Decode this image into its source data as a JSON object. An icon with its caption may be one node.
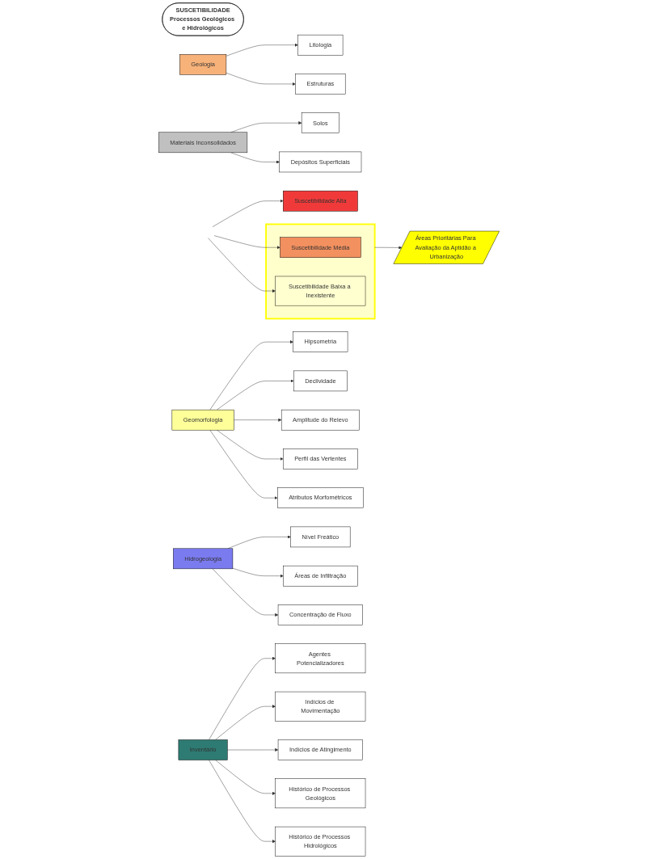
{
  "diagram": {
    "nodes": [
      {
        "text": [
          "SUSCETIBILIDADE",
          "Processos Geológicos e Hidrológicos"
        ]
      },
      {
        "text": [
          "Geologia"
        ]
      },
      {
        "text": [
          "Litologia"
        ]
      },
      {
        "text": [
          "Estruturas"
        ]
      },
      {
        "text": [
          "Materiais Inconsolidados"
        ]
      },
      {
        "text": [
          "Solos"
        ]
      },
      {
        "text": [
          "Depósitos Superficiais"
        ]
      },
      {
        "text": [
          "Geomorfologia"
        ]
      },
      {
        "text": [
          "Hipsometria"
        ]
      },
      {
        "text": [
          "Declividade"
        ]
      },
      {
        "text": [
          "Amplitude do Relevo"
        ]
      },
      {
        "text": [
          "Perfil das Vertentes"
        ]
      },
      {
        "text": [
          "Atributos Morfométricos"
        ]
      },
      {
        "text": [
          "Hidrogeologia"
        ]
      },
      {
        "text": [
          "Nível Freático"
        ]
      },
      {
        "text": [
          "Áreas de Infiltração"
        ]
      },
      {
        "text": [
          "Concentração de Fluxo"
        ]
      },
      {
        "text": [
          "Inventário"
        ]
      },
      {
        "text": [
          "Agentes Potencializadores"
        ]
      },
      {
        "text": [
          "Indícios de Movimentação"
        ]
      },
      {
        "text": [
          "Indícios de Atingimento"
        ]
      },
      {
        "text": [
          "Histórico de Processos Geológicos"
        ]
      },
      {
        "text": [
          "Histórico de Processos Hidrológicos"
        ]
      },
      {
        "text": [
          "Suscetibilidade Alta"
        ]
      },
      {
        "text": [],
        "shape": "box"
      },
      {
        "text": [
          "Suscetibilidade Média"
        ],
        "in": 24
      },
      {
        "text": [
          "Suscetibilidade Baixa a Inexistente"
        ],
        "in": 24
      },
      {
        "text": [
          "Áreas Prioritárias Para Avaliação da Aptidão a Urbanização"
        ]
      }
    ],
    "edges": [
      {
        "from": 1,
        "to": 2,
        "arrow": "to"
      },
      {
        "from": 1,
        "to": 3,
        "arrow": "to"
      },
      {
        "from": 4,
        "to": 5,
        "arrow": "to"
      },
      {
        "from": 4,
        "to": 6,
        "arrow": "to"
      },
      {
        "from": 7,
        "to": 8,
        "arrow": "to"
      },
      {
        "from": 7,
        "to": 9,
        "arrow": "to"
      },
      {
        "from": 7,
        "to": 10,
        "arrow": "to"
      },
      {
        "from": 7,
        "to": 11,
        "arrow": "to"
      },
      {
        "from": 7,
        "to": 12,
        "arrow": "to"
      },
      {
        "from": 13,
        "to": 14,
        "arrow": "to"
      },
      {
        "from": 13,
        "to": 15,
        "arrow": "to"
      },
      {
        "from": 13,
        "to": 16,
        "arrow": "to"
      },
      {
        "from": 17,
        "to": 18,
        "arrow": "to"
      },
      {
        "from": 17,
        "to": 19,
        "arrow": "to"
      },
      {
        "from": 17,
        "to": 20,
        "arrow": "to"
      },
      {
        "from": 17,
        "to": 21,
        "arrow": "to"
      },
      {
        "from": 17,
        "to": 22,
        "arrow": "to"
      },
      {
        "from": null,
        "to": 23,
        "arrow": "to"
      },
      {
        "from": null,
        "to": 25,
        "arrow": "to"
      },
      {
        "from": null,
        "to": 26,
        "arrow": "to"
      },
      {
        "from": 24,
        "to": 27,
        "arrow": "to"
      }
    ]
  }
}
